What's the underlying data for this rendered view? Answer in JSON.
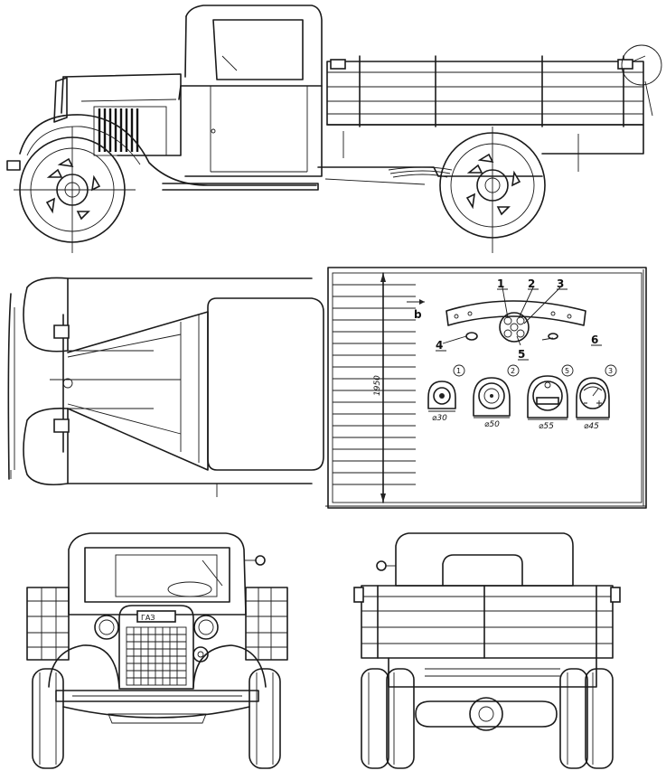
{
  "side_view": {
    "label": ""
  },
  "top_view": {
    "dimension_label": "1950",
    "section_mark": "b"
  },
  "dashboard": {
    "callouts": [
      "1",
      "2",
      "3",
      "4",
      "5",
      "6"
    ],
    "gauges": [
      {
        "number": "1",
        "diameter": "⌀30"
      },
      {
        "number": "2",
        "diameter": "⌀50"
      },
      {
        "number": "5",
        "diameter": "⌀55"
      },
      {
        "number": "3",
        "diameter": "⌀45"
      }
    ]
  },
  "front_view": {
    "grille_badge": "ГАЗ"
  },
  "rear_view": {}
}
